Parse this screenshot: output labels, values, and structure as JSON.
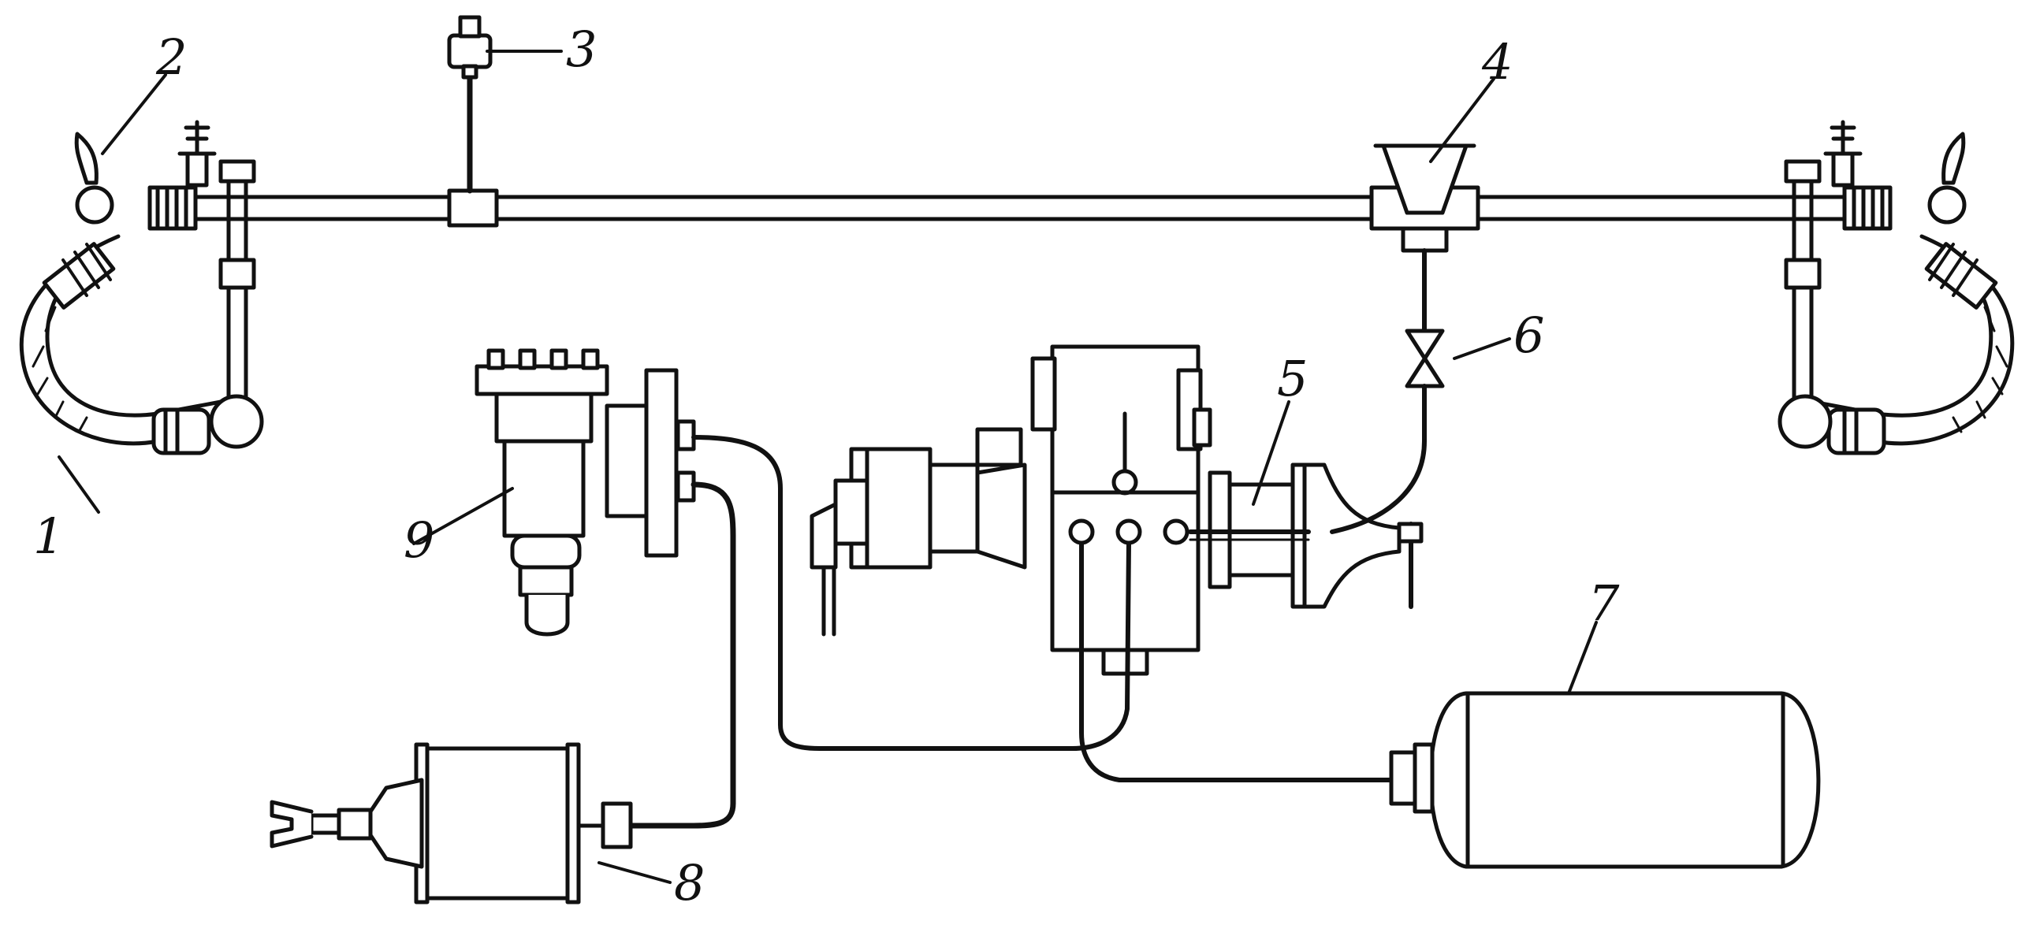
{
  "colors": {
    "ink": "#111111",
    "paper": "#ffffff"
  },
  "callouts": [
    {
      "id": "hose-left",
      "label": "1"
    },
    {
      "id": "end-cock-handle",
      "label": "2"
    },
    {
      "id": "pressure-gauge",
      "label": "3"
    },
    {
      "id": "dirt-collector",
      "label": "4"
    },
    {
      "id": "air-distributor",
      "label": "5"
    },
    {
      "id": "disconnect-valve",
      "label": "6"
    },
    {
      "id": "reservoir",
      "label": "7"
    },
    {
      "id": "brake-cylinder",
      "label": "8"
    },
    {
      "id": "auto-regulator",
      "label": "9"
    }
  ]
}
